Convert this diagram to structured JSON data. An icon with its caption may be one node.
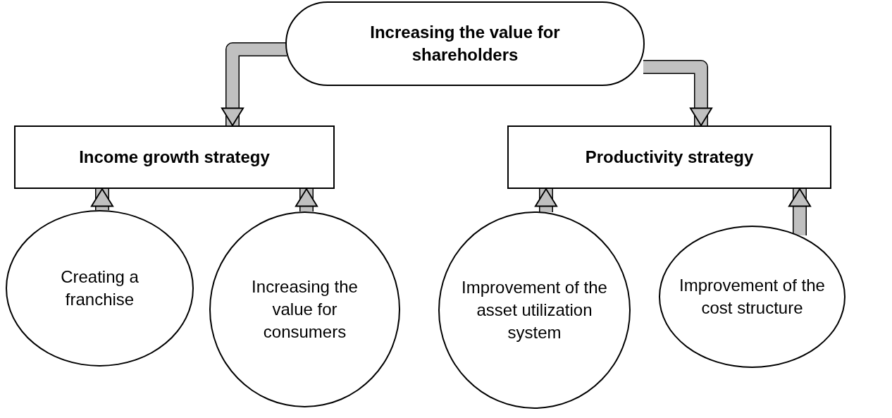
{
  "diagram": {
    "nodes": [
      {
        "text": [
          "Increasing the value for shareholders"
        ]
      },
      {
        "text": [
          "Income growth strategy"
        ]
      },
      {
        "text": [
          "Productivity strategy"
        ]
      },
      {
        "text": [
          "Creating a franchise"
        ]
      },
      {
        "text": [
          "Increasing the value for consumers"
        ]
      },
      {
        "text": [
          "Improvement of the asset utilization system"
        ]
      },
      {
        "text": [
          "Improvement of the cost structure"
        ]
      }
    ],
    "edges": [
      {
        "from": 0,
        "to": 1,
        "arrow": "to"
      },
      {
        "from": 0,
        "to": 2,
        "arrow": "to"
      },
      {
        "from": 3,
        "to": 1,
        "arrow": "to"
      },
      {
        "from": 4,
        "to": 1,
        "arrow": "to"
      },
      {
        "from": 5,
        "to": 2,
        "arrow": "to"
      },
      {
        "from": 6,
        "to": 2,
        "arrow": "to"
      }
    ]
  }
}
